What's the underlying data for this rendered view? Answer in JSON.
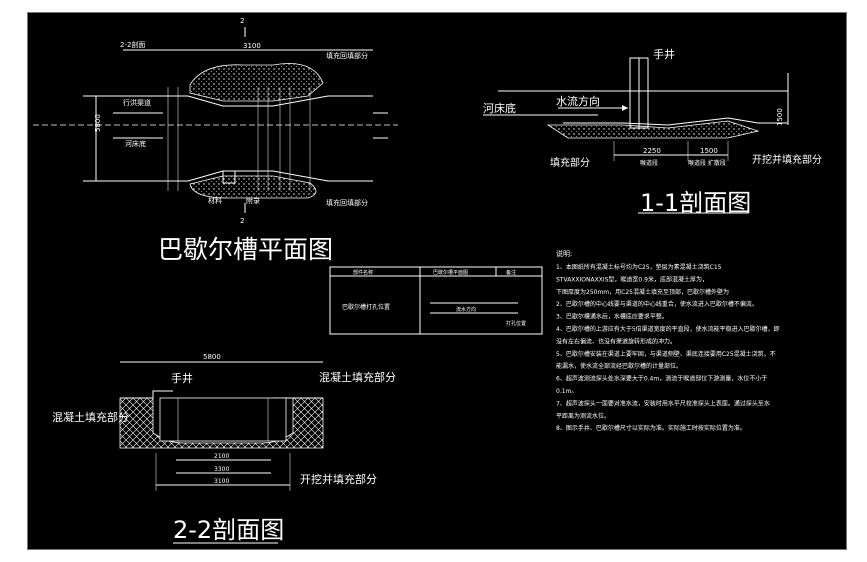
{
  "plan": {
    "title": "巴歇尔槽平面图",
    "dim_top": "3100",
    "label_left_top": "2-2剖面",
    "label_fill_top": "填充回填部分",
    "label_fill_bottom": "填充回填部分",
    "label_channel": "行洪渠道",
    "label_river": "河床底",
    "dim_left": "5800",
    "marker": "2",
    "label_b1": "材料",
    "label_b2": "附录"
  },
  "section1": {
    "title": "1-1剖面图",
    "well": "手井",
    "flow": "水流方向",
    "river": "河床底",
    "fill_left": "填充部分",
    "fill_right": "开挖并填充部分",
    "dim_a": "2250",
    "dim_b": "1500",
    "dim_h": "1500",
    "label_sub1": "喉道段",
    "label_sub2": "喉道段 扩散段"
  },
  "section2": {
    "title": "2-2剖面图",
    "dim_top": "5800",
    "well": "手井",
    "fill_top": "混凝土填充部分",
    "fill_left": "混凝土填充部分",
    "fill_right": "开挖并填充部分",
    "dim_1": "2100",
    "dim_2": "3300",
    "dim_3": "3100"
  },
  "table": {
    "headers": [
      "部件名称",
      "巴歇尔槽平面图",
      "备注"
    ],
    "row_label": "巴歇尔槽打孔位置",
    "row_note1": "流水方向",
    "row_note2": "打孔位置"
  },
  "notes": {
    "heading": "说明:",
    "lines": [
      "1、本图纸所有混凝土标号均为C25，垫层为素混凝土浇筑C15",
      "STVAXXIONAXXIS型，喉道宽0.9米，底部混凝土厚为，",
      "下图厚度为250mm，用C25混凝土填充至顶部，巴歇尔槽外壁为",
      "2、巴歇尔槽的中心线要与渠道的中心线重合，使水流进入巴歇尔槽不偏流。",
      "3、巴歇尔槽通水后，水槽底应要求平整。",
      "4、巴歇尔槽的上游应有大于5倍渠道宽度的平直段，使水流能平稳进入巴歇尔槽，即",
      "没有左右偏流、也没有渠道旋转形成的冲力。",
      "5、巴歇尔槽安装在渠道上要牢固，与渠道侧壁、渠底连接要用C25混凝土浇筑，不",
      "能漏水，使水流全部流经巴歇尔槽的计量部位。",
      "6、超声波测流探头处水深要大于0.4m，测流于喉道部位下游测量，水位不小于",
      "0.1m。",
      "7、超声波探头一面要对准水流，安装时用水平尺校准探头上表面。通过探头至水",
      "平距离为测流水位。",
      "8、图示手井、巴歇尔槽尺寸以实际为准。实际施工时按实际位置为准。"
    ]
  },
  "colors": {
    "background": "#000000",
    "line": "#ffffff"
  }
}
